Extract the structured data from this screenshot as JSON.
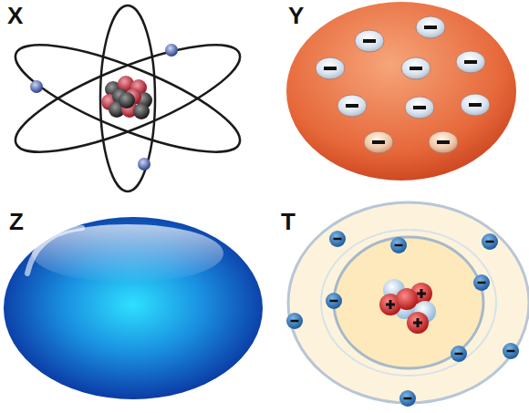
{
  "diagram": {
    "labels": [
      "X",
      "Y",
      "Z",
      "T"
    ]
  }
}
